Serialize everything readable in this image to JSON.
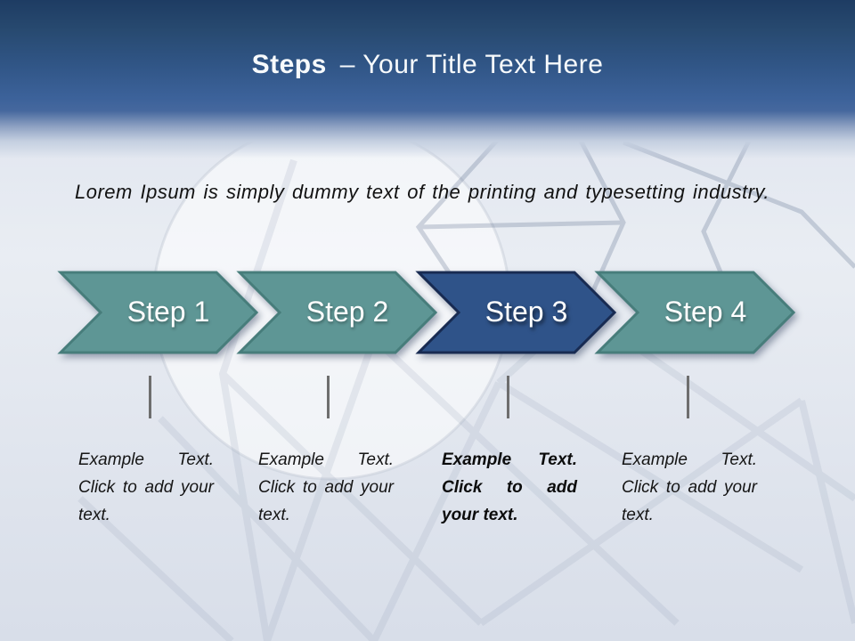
{
  "slide": {
    "title": {
      "emphasis": "Steps",
      "rest": "– Your Title Text Here"
    },
    "intro": "Lorem Ipsum is simply dummy text of the printing and typesetting industry.",
    "steps": [
      {
        "label": "Step 1",
        "description": "Example Text. Click to add your text.",
        "highlighted": false
      },
      {
        "label": "Step 2",
        "description": "Example Text. Click to add your text.",
        "highlighted": false
      },
      {
        "label": "Step 3",
        "description": "Example Text. Click to add your text.",
        "highlighted": true
      },
      {
        "label": "Step 4",
        "description": "Example Text. Click to add your text.",
        "highlighted": false
      }
    ],
    "colors": {
      "header_top": "#1e3c63",
      "header_bottom": "#46689e",
      "step_teal": "#5e9695",
      "step_teal_border": "#477d7b",
      "step_highlight": "#2f5389",
      "step_highlight_border": "#182b52",
      "step_label_text": "#ffffff",
      "body_text": "#141414",
      "tick": "#6e6e6e"
    },
    "background_image_alt": "soccer-ball-in-goal-net-photo-faded"
  }
}
